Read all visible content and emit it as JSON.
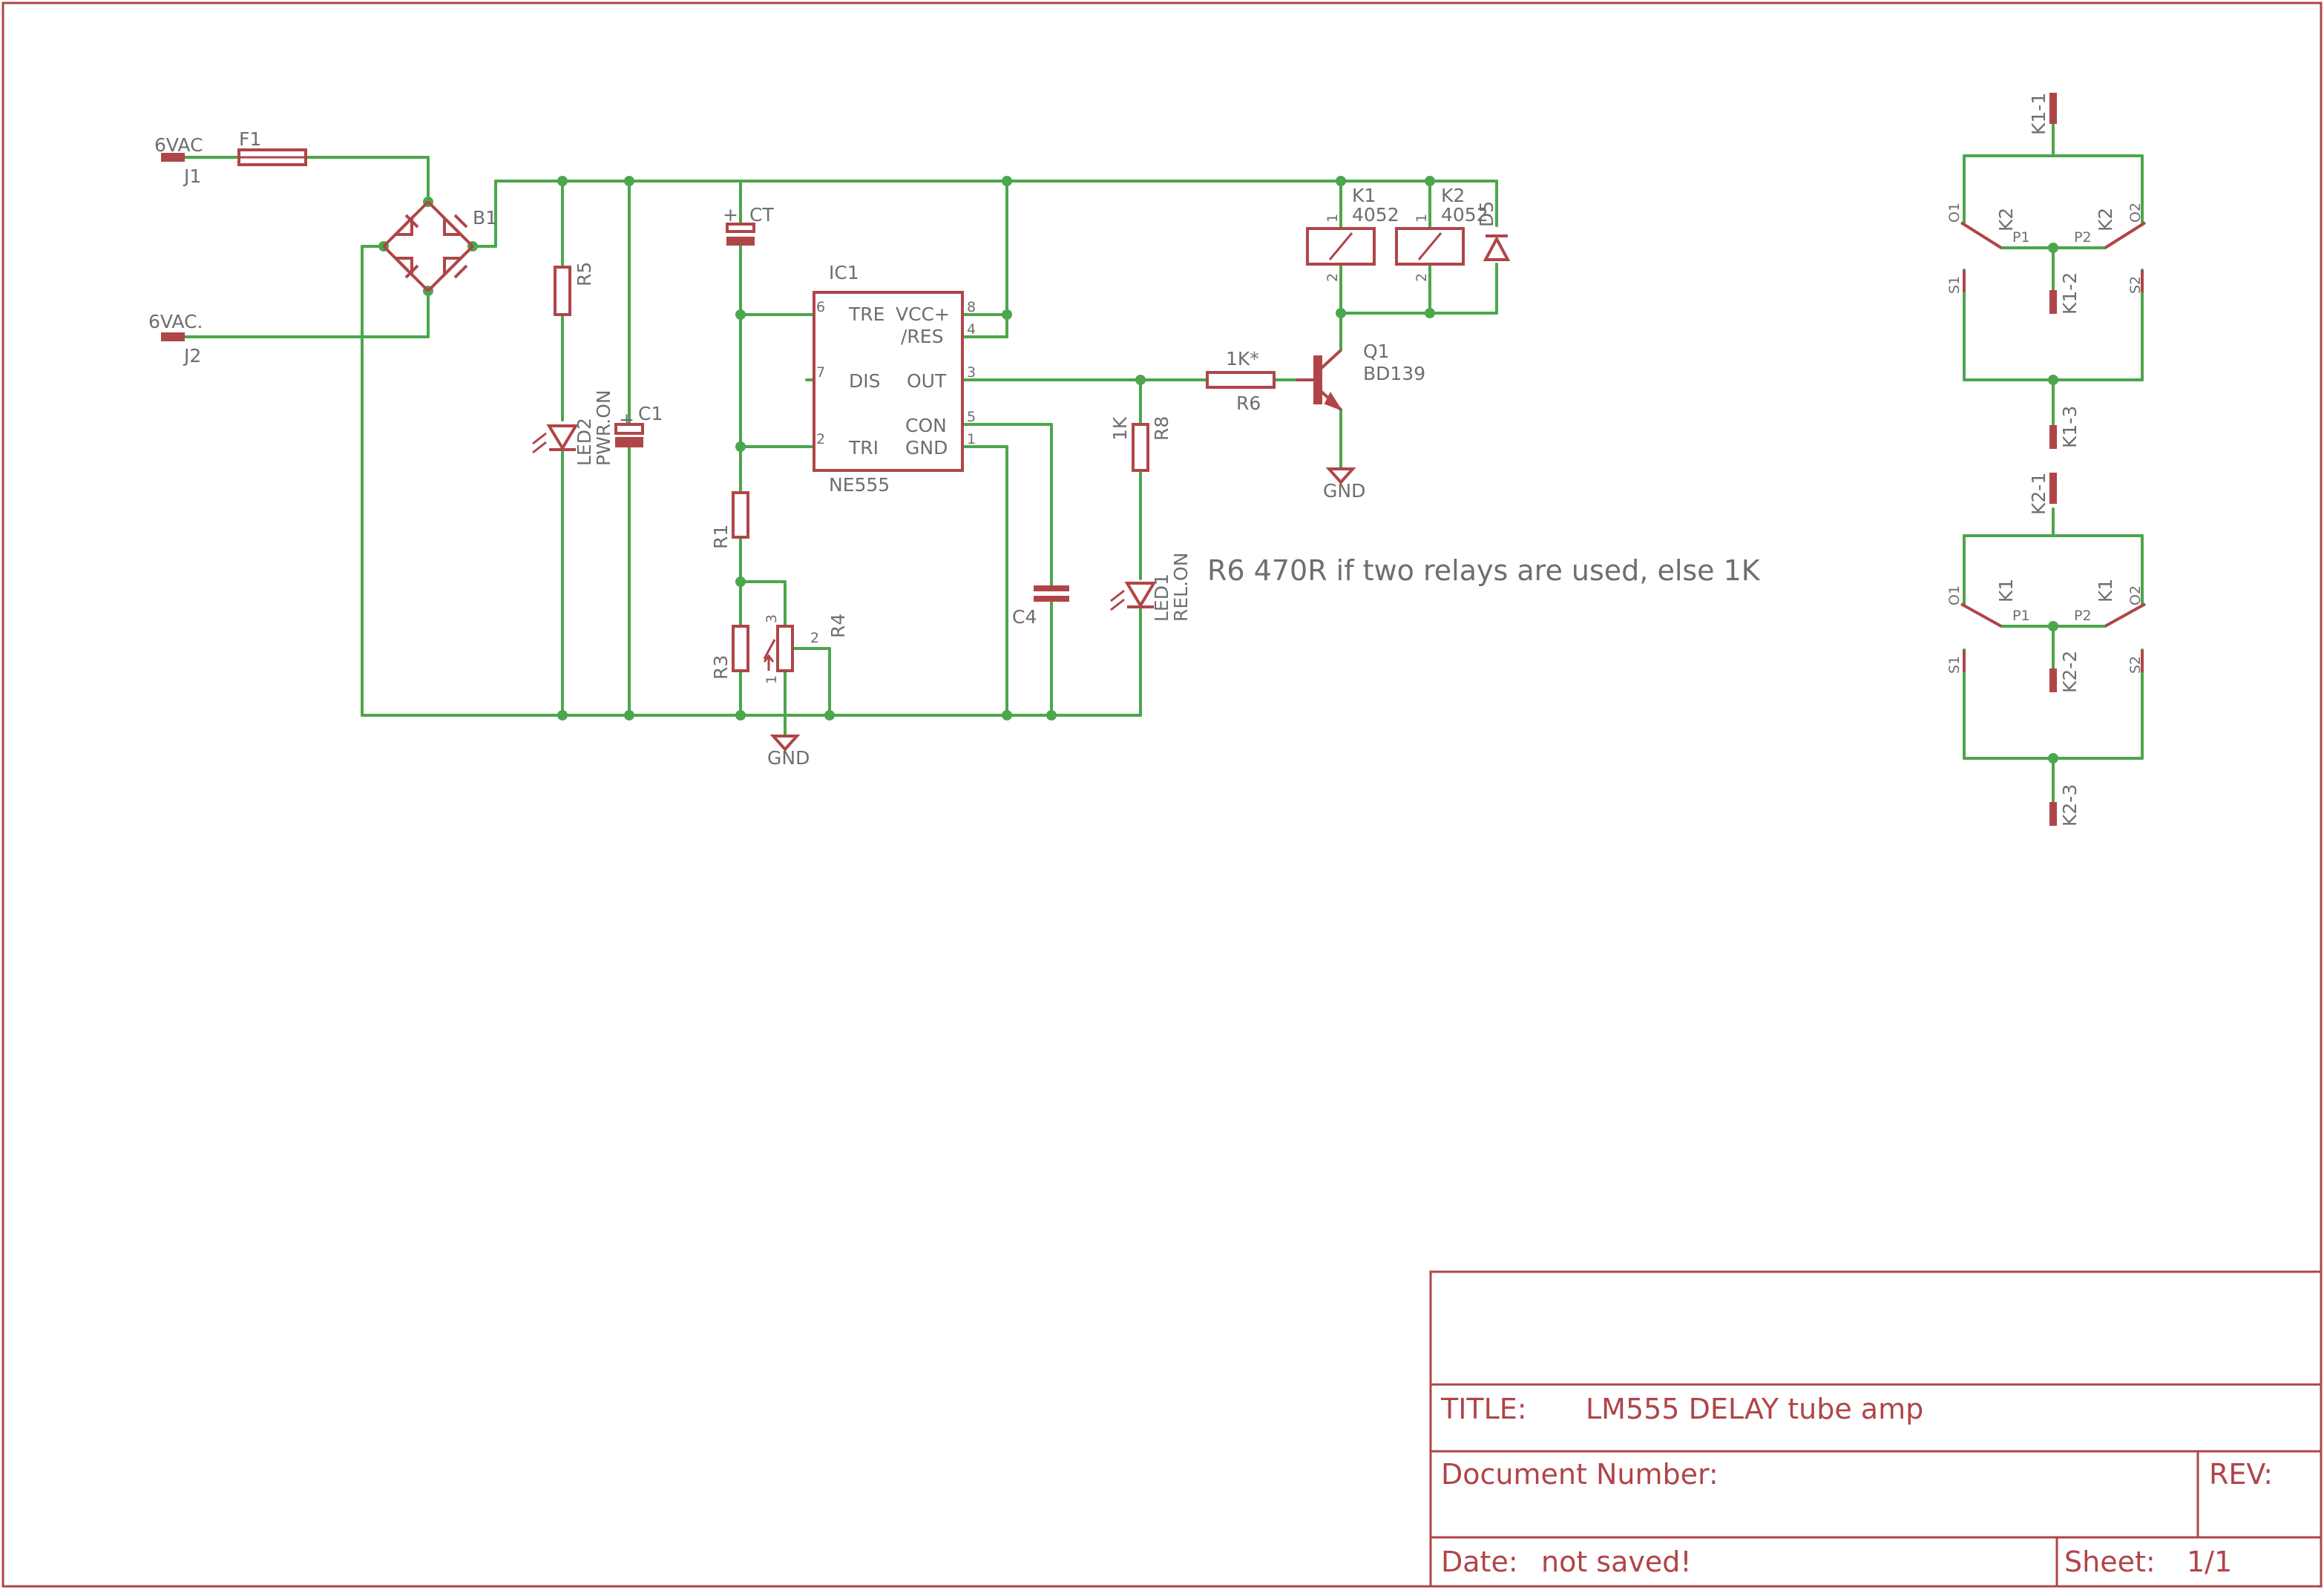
{
  "title_block": {
    "title_label": "TITLE:",
    "title": "LM555 DELAY tube amp",
    "docnum_label": "Document Number:",
    "rev_label": "REV:",
    "date_label": "Date:",
    "date_value": "not saved!",
    "sheet_label": "Sheet:",
    "sheet_value": "1/1"
  },
  "note": "R6 470R if two relays are used, else 1K",
  "connectors": {
    "j1_value": "6VAC",
    "j1_name": "J1",
    "j2_value": "6VAC.",
    "j2_name": "J2"
  },
  "parts": {
    "f1": "F1",
    "b1": "B1",
    "r5": "R5",
    "led2": "LED2",
    "led2_value": "PWR.ON",
    "c1": "C1",
    "ct": "CT",
    "plus": "+",
    "ic1": "IC1",
    "ic1_value": "NE555",
    "r1": "R1",
    "r3": "R3",
    "r4": "R4",
    "c4": "C4",
    "r8": "R8",
    "r8_value": "1K",
    "led1": "LED1",
    "led1_value": "REL.ON",
    "r6": "R6",
    "r6_value": "1K*",
    "q1": "Q1",
    "q1_value": "BD139",
    "k1": "K1",
    "k1_value": "4052",
    "k2": "K2",
    "k2_value": "4052",
    "d5": "D5",
    "gnd": "GND"
  },
  "ic_pins": {
    "tre": "TRE",
    "vcc": "VCC+",
    "res": "/RES",
    "dis": "DIS",
    "out": "OUT",
    "con": "CON",
    "tri": "TRI",
    "gnd": "GND",
    "p6": "6",
    "p8": "8",
    "p4": "4",
    "p7": "7",
    "p3": "3",
    "p5": "5",
    "p2": "2",
    "p1": "1"
  },
  "pin_numbers": {
    "one": "1",
    "two": "2",
    "three": "3"
  },
  "relay_contacts": {
    "group1": {
      "top": "K1-1",
      "mid": "K1-2",
      "bot": "K1-3",
      "o1": "O1",
      "o2": "O2",
      "s1": "S1",
      "s2": "S2",
      "p1": "P1",
      "p2": "P2",
      "left_coil": "K2",
      "right_coil": "K2"
    },
    "group2": {
      "top": "K2-1",
      "mid": "K2-2",
      "bot": "K2-3",
      "o1": "O1",
      "o2": "O2",
      "s1": "S1",
      "s2": "S2",
      "p1": "P1",
      "p2": "P2",
      "left_coil": "K1",
      "right_coil": "K1"
    }
  }
}
